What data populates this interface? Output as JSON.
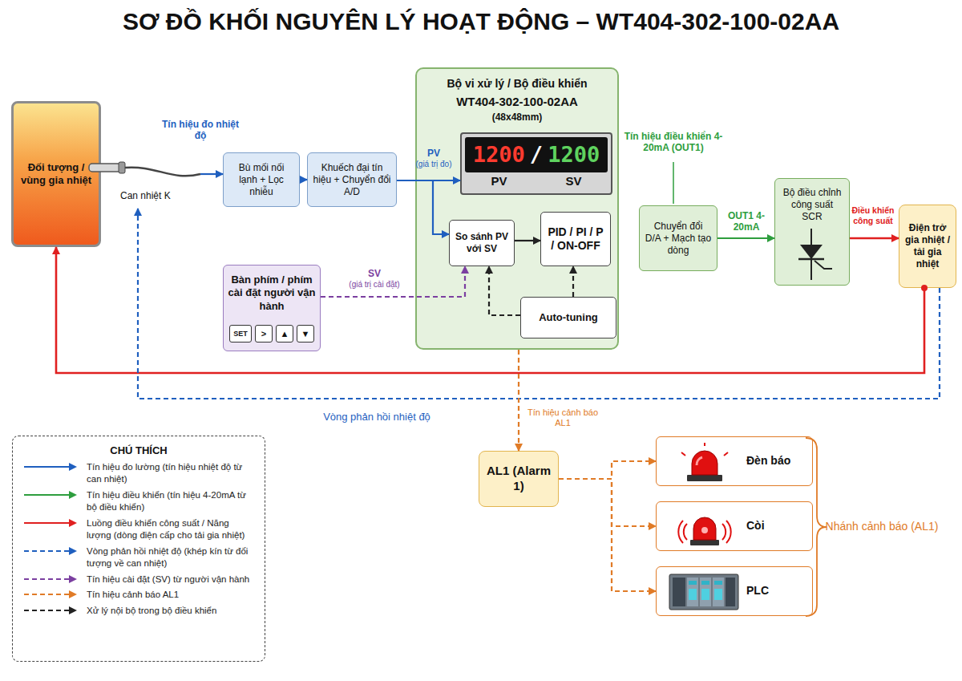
{
  "diagram": {
    "title": "SƠ ĐỒ KHỐI NGUYÊN LÝ HOẠT ĐỘNG – WT404-302-100-02AA",
    "nodes": [
      {
        "text": [
          "Đối tượng / vùng gia nhiệt"
        ]
      },
      {
        "text": [
          "Can nhiệt K"
        ]
      },
      {
        "text": [
          "Bù mối nối lạnh + Lọc nhiễu"
        ]
      },
      {
        "text": [
          "Khuếch đại tín hiệu + Chuyển đổi A/D"
        ]
      },
      {
        "text": [
          "Bộ vi xử lý / Bộ điều khiển",
          "WT404-302-100-02AA",
          "(48x48mm)"
        ]
      },
      {
        "text": [
          "1200",
          "/",
          "1200",
          "PV",
          "SV"
        ],
        "in": 4
      },
      {
        "text": [
          "So sánh PV với SV"
        ],
        "in": 4
      },
      {
        "text": [
          "PID / PI / P / ON-OFF"
        ],
        "in": 4
      },
      {
        "text": [
          "Auto-tuning"
        ],
        "in": 4
      },
      {
        "text": [
          "Bàn phím / phím cài đặt người vận hành",
          "SET",
          ">",
          "▲",
          "▼"
        ]
      },
      {
        "text": [
          "Chuyển đổi D/A + Mạch tạo dòng"
        ]
      },
      {
        "text": [
          "Bộ điều chỉnh công suất SCR"
        ]
      },
      {
        "text": [
          "Điện trở gia nhiệt / tải gia nhiệt"
        ]
      },
      {
        "text": [
          "AL1 (Alarm 1)"
        ]
      },
      {
        "text": [
          "Đèn báo"
        ]
      },
      {
        "text": [
          "Còi"
        ]
      },
      {
        "text": [
          "PLC"
        ]
      }
    ],
    "edges": [
      {
        "from": 1,
        "to": 2,
        "arrow": "to",
        "label": "Tín hiệu đo nhiệt độ"
      },
      {
        "from": 2,
        "to": 3,
        "arrow": "to"
      },
      {
        "from": 3,
        "to": 5,
        "arrow": "to",
        "label": "PV"
      },
      {
        "from": 3,
        "to": 6,
        "arrow": "to"
      },
      {
        "from": 9,
        "to": 6,
        "arrow": "to",
        "label": "SV"
      },
      {
        "from": 6,
        "to": 7,
        "arrow": "to"
      },
      {
        "from": 8,
        "to": 6,
        "arrow": "to"
      },
      {
        "from": 8,
        "to": 7,
        "arrow": "to"
      },
      {
        "from": 10,
        "to": 11,
        "arrow": "to",
        "label": "OUT1 4-20mA"
      },
      {
        "from": 11,
        "to": 12,
        "arrow": "to",
        "label": "Điều khiển công suất"
      },
      {
        "from": 12,
        "to": 0,
        "arrow": "to"
      },
      {
        "from": 12,
        "to": 1,
        "arrow": "to",
        "label": "Vòng phản hồi nhiệt độ"
      },
      {
        "from": 4,
        "to": 13,
        "arrow": "to",
        "label": "Tín hiệu cảnh báo AL1"
      },
      {
        "from": 13,
        "to": 14,
        "arrow": "to"
      },
      {
        "from": 13,
        "to": 15,
        "arrow": "to"
      },
      {
        "from": 13,
        "to": 16,
        "arrow": "to"
      }
    ],
    "labels": [
      "(giá trị đo)",
      "(giá trị cài đặt)",
      "Tín hiệu điều khiển 4-20mA (OUT1)",
      "Nhánh cảnh báo (AL1)",
      "CHÚ THÍCH"
    ],
    "legend": [
      {
        "text": "Tín hiệu đo lường (tín hiệu nhiệt độ từ can nhiệt)"
      },
      {
        "text": "Tín hiệu điều khiển (tín hiệu 4-20mA từ bộ điều khiển)"
      },
      {
        "text": "Luồng điều khiển công suất / Năng lượng (dòng điện cấp cho tải gia nhiệt)"
      },
      {
        "text": "Vòng phản hồi nhiệt độ (khép kín từ đối tượng về can nhiệt)"
      },
      {
        "text": "Tín hiệu cài đặt (SV) từ người vận hành"
      },
      {
        "text": "Tín hiệu cảnh báo AL1"
      },
      {
        "text": "Xử lý nội bộ trong bộ điều khiển"
      }
    ]
  }
}
